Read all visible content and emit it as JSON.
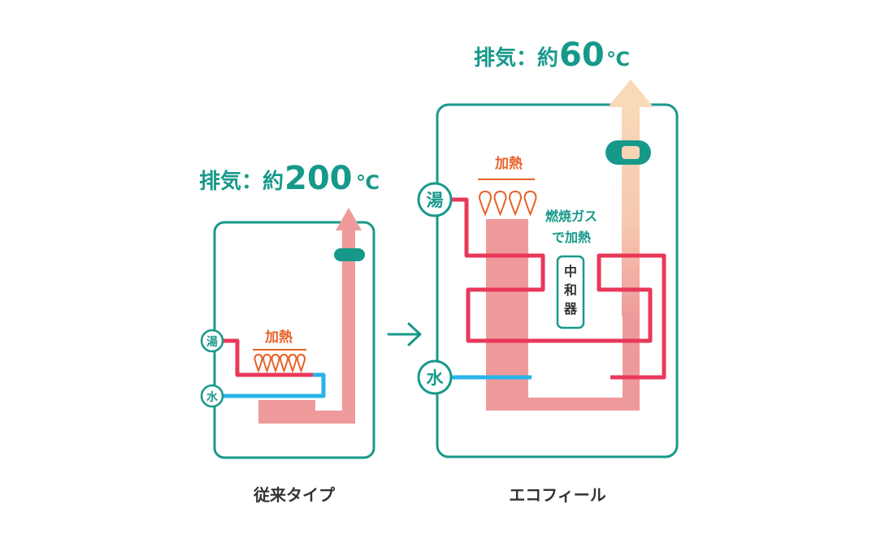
{
  "colors": {
    "teal": "#17998a",
    "hot_pipe": "#e8385a",
    "cold_pipe": "#29b3e8",
    "exhaust_pink": "#ef9a9a",
    "exhaust_peach": "#f9d9b8",
    "heat_orange": "#e8622a",
    "dark_text": "#333333"
  },
  "conventional": {
    "exhaust_prefix": "排気：約",
    "exhaust_temp": "200",
    "temp_unit": "℃",
    "heat_label": "加熱",
    "hot_water_label": "湯",
    "water_label": "水",
    "caption": "従来タイプ"
  },
  "arrow_icon": "right-arrow-icon",
  "ecofeel": {
    "exhaust_prefix": "排気：約",
    "exhaust_temp": "60",
    "temp_unit": "℃",
    "heat_label": "加熱",
    "hot_water_label": "湯",
    "water_label": "水",
    "combustion_gas_line1": "燃焼ガス",
    "combustion_gas_line2": "で加熱",
    "neutralizer_chars": [
      "中",
      "和",
      "器"
    ],
    "caption": "エコフィール"
  }
}
